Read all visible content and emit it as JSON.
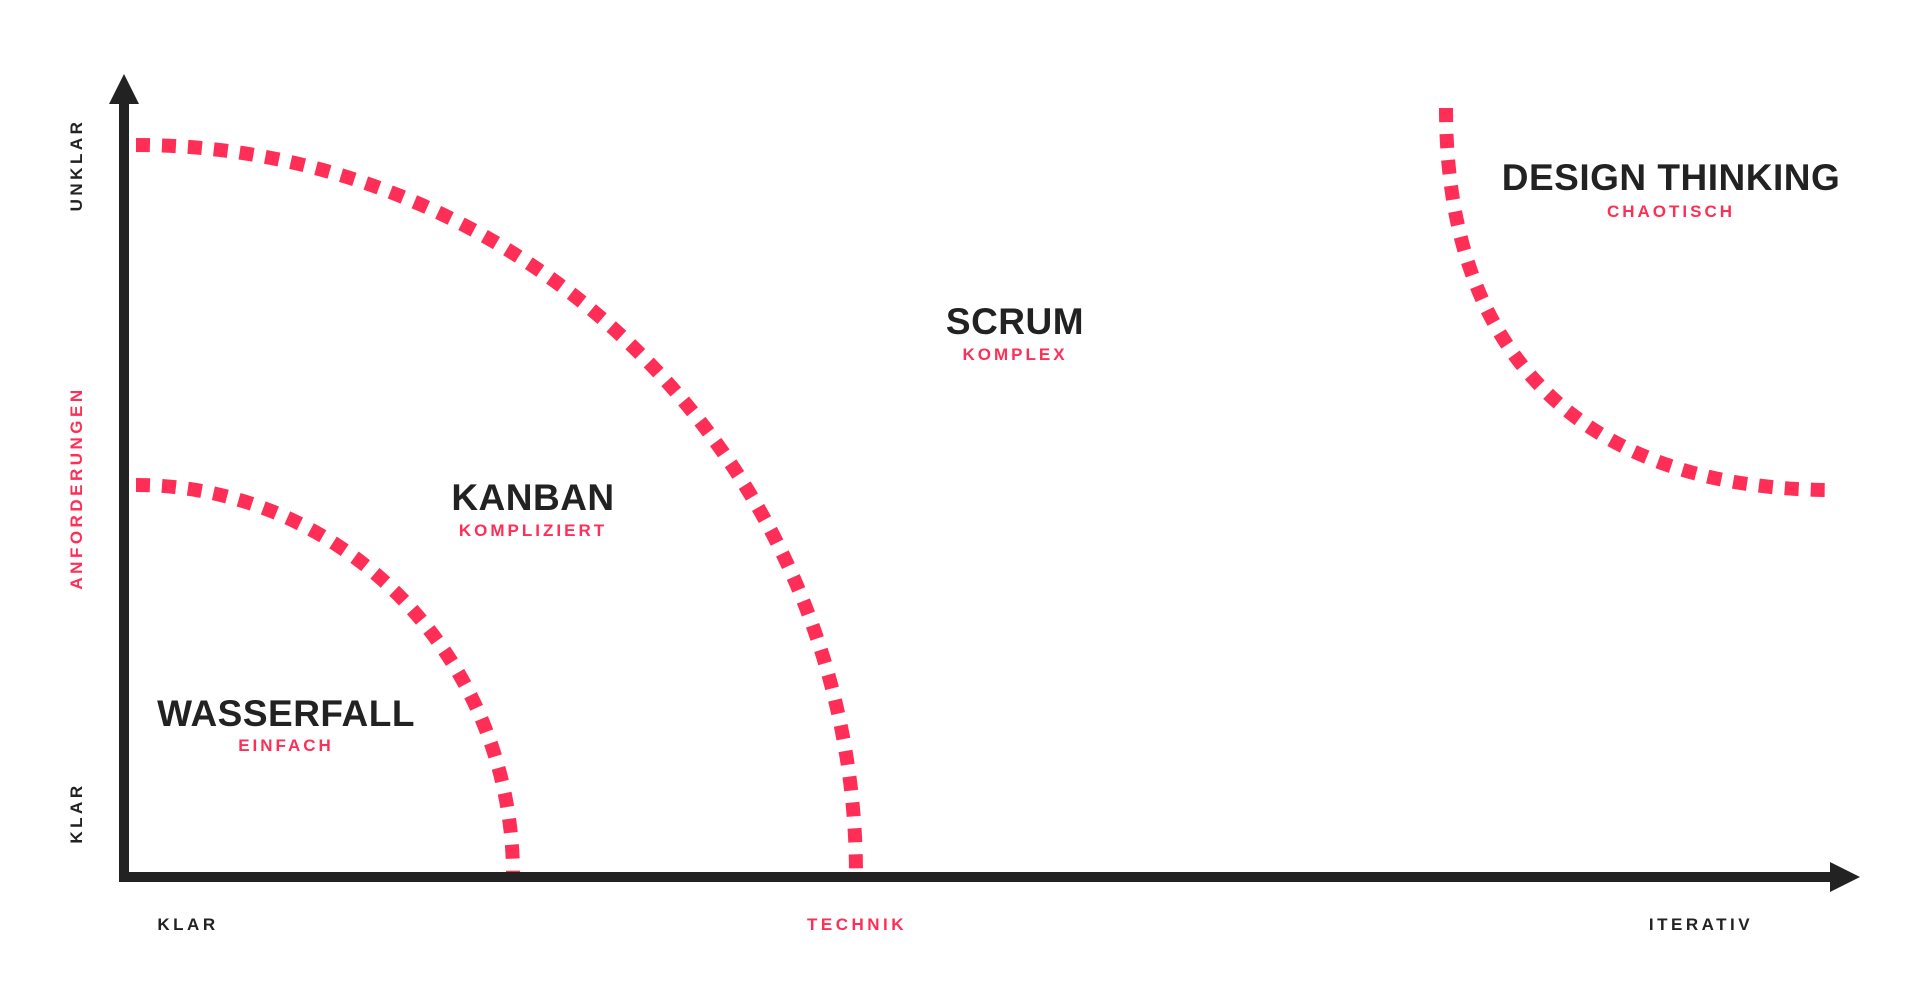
{
  "colors": {
    "accent": "#ff2e56",
    "ink": "#222222",
    "background": "#ffffff"
  },
  "axes": {
    "y_title": "ANFORDERUNGEN",
    "y_top": "UNKLAR",
    "y_bottom": "KLAR",
    "x_title": "TECHNIK",
    "x_left": "KLAR",
    "x_right": "ITERATIV"
  },
  "zones": [
    {
      "key": "wasserfall",
      "title": "WASSERFALL",
      "subtitle": "EINFACH"
    },
    {
      "key": "kanban",
      "title": "KANBAN",
      "subtitle": "KOMPLIZIERT"
    },
    {
      "key": "scrum",
      "title": "SCRUM",
      "subtitle": "KOMPLEX"
    },
    {
      "key": "design-thinking",
      "title": "DESIGN THINKING",
      "subtitle": "CHAOTISCH"
    }
  ]
}
